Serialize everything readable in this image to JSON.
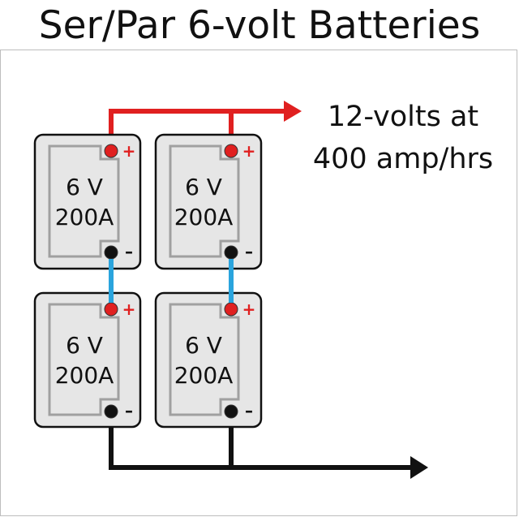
{
  "title": "Ser/Par 6-volt Batteries",
  "output": {
    "line1": "12-volts at",
    "line2": "400 amp/hrs"
  },
  "batteries": [
    {
      "id": "top-left",
      "voltage": "6 V",
      "capacity": "200A",
      "pos_symbol": "+",
      "neg_symbol": "–"
    },
    {
      "id": "top-right",
      "voltage": "6 V",
      "capacity": "200A",
      "pos_symbol": "+",
      "neg_symbol": "–"
    },
    {
      "id": "bottom-left",
      "voltage": "6 V",
      "capacity": "200A",
      "pos_symbol": "+",
      "neg_symbol": "–"
    },
    {
      "id": "bottom-right",
      "voltage": "6 V",
      "capacity": "200A",
      "pos_symbol": "+",
      "neg_symbol": "–"
    }
  ],
  "colors": {
    "positive_wire": "#e02020",
    "negative_wire": "#111111",
    "series_link": "#2aa4dd",
    "battery_body": "#e6e6e6",
    "battery_inner_outline": "#a0a0a0",
    "plus_sign": "#e02020"
  }
}
